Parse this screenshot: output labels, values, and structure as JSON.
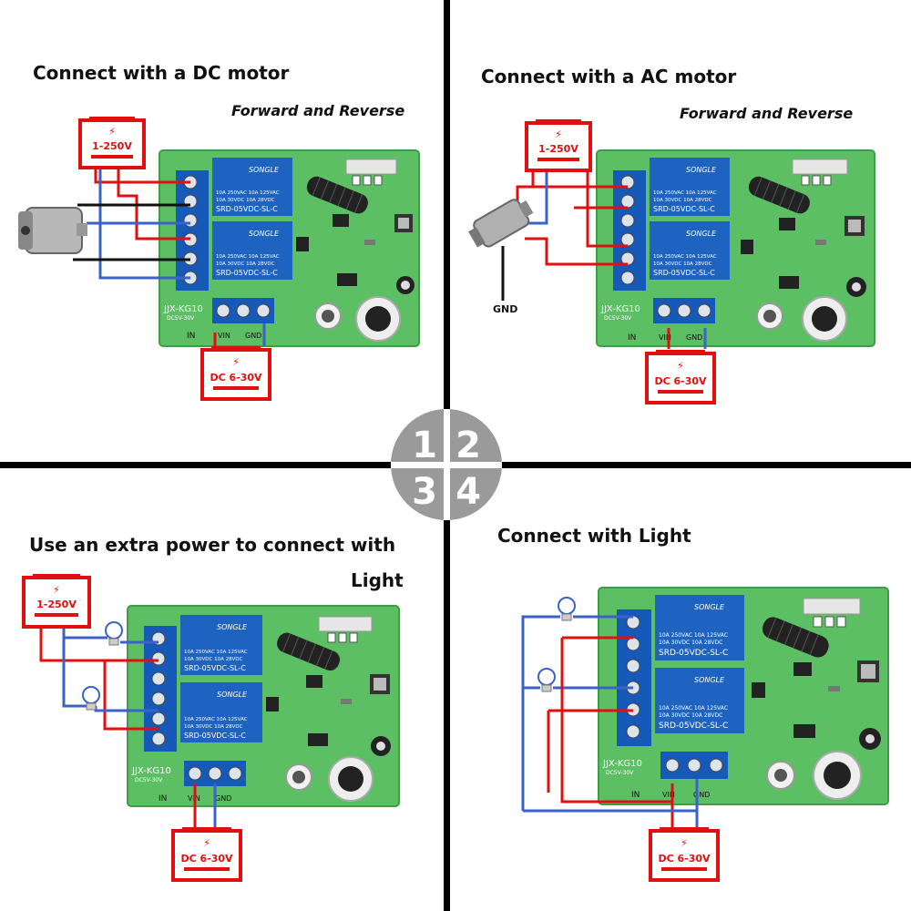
{
  "colors": {
    "board": "#5cbf63",
    "board_edge": "#3f9c47",
    "relay": "#1f63c0",
    "terminal": "#1659b8",
    "power_red": "#e01010",
    "wire_red": "#e01010",
    "wire_blue": "#3a62c9",
    "wire_black": "#111111",
    "divider": "#000000",
    "badge": "#9a9a9a"
  },
  "panels": [
    {
      "number": "1",
      "title": "Connect with a DC motor",
      "subtitle": "Forward and Reverse",
      "power_top": "1-250V",
      "power_bottom": "DC 6-30V",
      "board": {
        "model": "JJX-KG10",
        "spec": "DC5V-30V",
        "in_label": "IN",
        "pin_vin": "VIN",
        "pin_gnd": "GND",
        "relay_brand": "SONGLE",
        "relay_rating_1": "10A 250VAC  10A 125VAC",
        "relay_rating_2": "10A 30VDC  10A 28VDC",
        "relay_model": "SRD-05VDC-SL-C"
      }
    },
    {
      "number": "2",
      "title": "Connect with a AC motor",
      "subtitle": "Forward and Reverse",
      "power_top": "1-250V",
      "power_bottom": "DC 6-30V",
      "gnd_label": "GND",
      "board": {
        "model": "JJX-KG10",
        "spec": "DC5V-30V",
        "in_label": "IN",
        "pin_vin": "VIN",
        "pin_gnd": "GND",
        "relay_brand": "SONGLE",
        "relay_rating_1": "10A 250VAC  10A 125VAC",
        "relay_rating_2": "10A 30VDC  10A 28VDC",
        "relay_model": "SRD-05VDC-SL-C"
      }
    },
    {
      "number": "3",
      "title": "Use an extra power to connect with",
      "subtitle": "Light",
      "power_top": "1-250V",
      "power_bottom": "DC 6-30V",
      "board": {
        "model": "JJX-KG10",
        "spec": "DC5V-30V",
        "in_label": "IN",
        "pin_vin": "VIN",
        "pin_gnd": "GND",
        "relay_brand": "SONGLE",
        "relay_rating_1": "10A 250VAC  10A 125VAC",
        "relay_rating_2": "10A 30VDC  10A 28VDC",
        "relay_model": "SRD-05VDC-SL-C"
      }
    },
    {
      "number": "4",
      "title": "Connect with Light",
      "subtitle": "",
      "power_bottom": "DC 6-30V",
      "board": {
        "model": "JJX-KG10",
        "spec": "DC5V-30V",
        "in_label": "IN",
        "pin_vin": "VIN",
        "pin_gnd": "GND",
        "relay_brand": "SONGLE",
        "relay_rating_1": "10A 250VAC  10A 125VAC",
        "relay_rating_2": "10A 30VDC  10A 28VDC",
        "relay_model": "SRD-05VDC-SL-C"
      }
    }
  ]
}
